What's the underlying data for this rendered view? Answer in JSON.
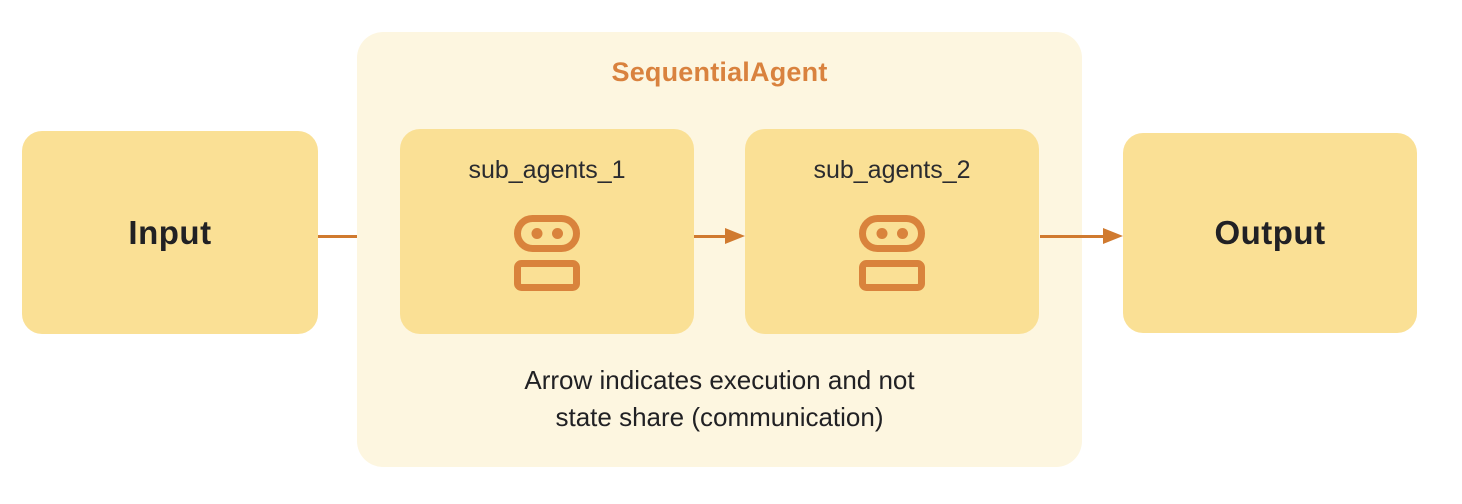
{
  "diagram": {
    "title": "SequentialAgent",
    "input_label": "Input",
    "output_label": "Output",
    "nodes": [
      {
        "label": "sub_agents_1",
        "icon": "robot-icon"
      },
      {
        "label": "sub_agents_2",
        "icon": "robot-icon"
      }
    ],
    "caption_line1": "Arrow indicates execution and not",
    "caption_line2": "state share (communication)"
  },
  "colors": {
    "container_bg": "#FDF6E0",
    "node_bg": "#FAE095",
    "accent": "#D9823E",
    "arrow": "#D07A2F",
    "icon": "#D9833C",
    "text_dark": "#212124",
    "label_dark": "#2A2B2F"
  }
}
